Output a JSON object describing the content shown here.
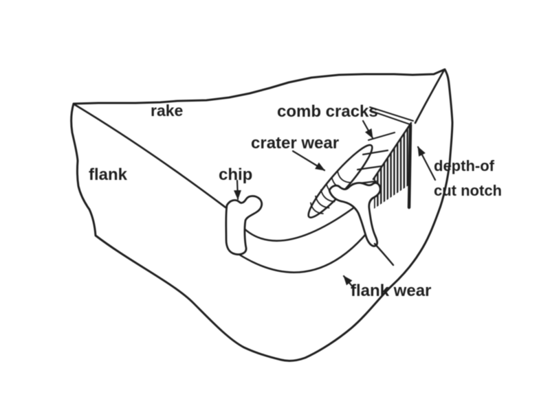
{
  "diagram": {
    "background_color": "#ffffff",
    "ink_color": "#1f1f1f",
    "muted_label_color": "#555555",
    "labels": {
      "rake": "rake",
      "flank": "flank",
      "chip": "chip",
      "crater_wear": "crater wear",
      "comb_cracks": "comb cracks",
      "depth_of_cut_line1": "depth-of",
      "depth_of_cut_line2": "cut notch",
      "flank_wear": "flank wear"
    }
  }
}
